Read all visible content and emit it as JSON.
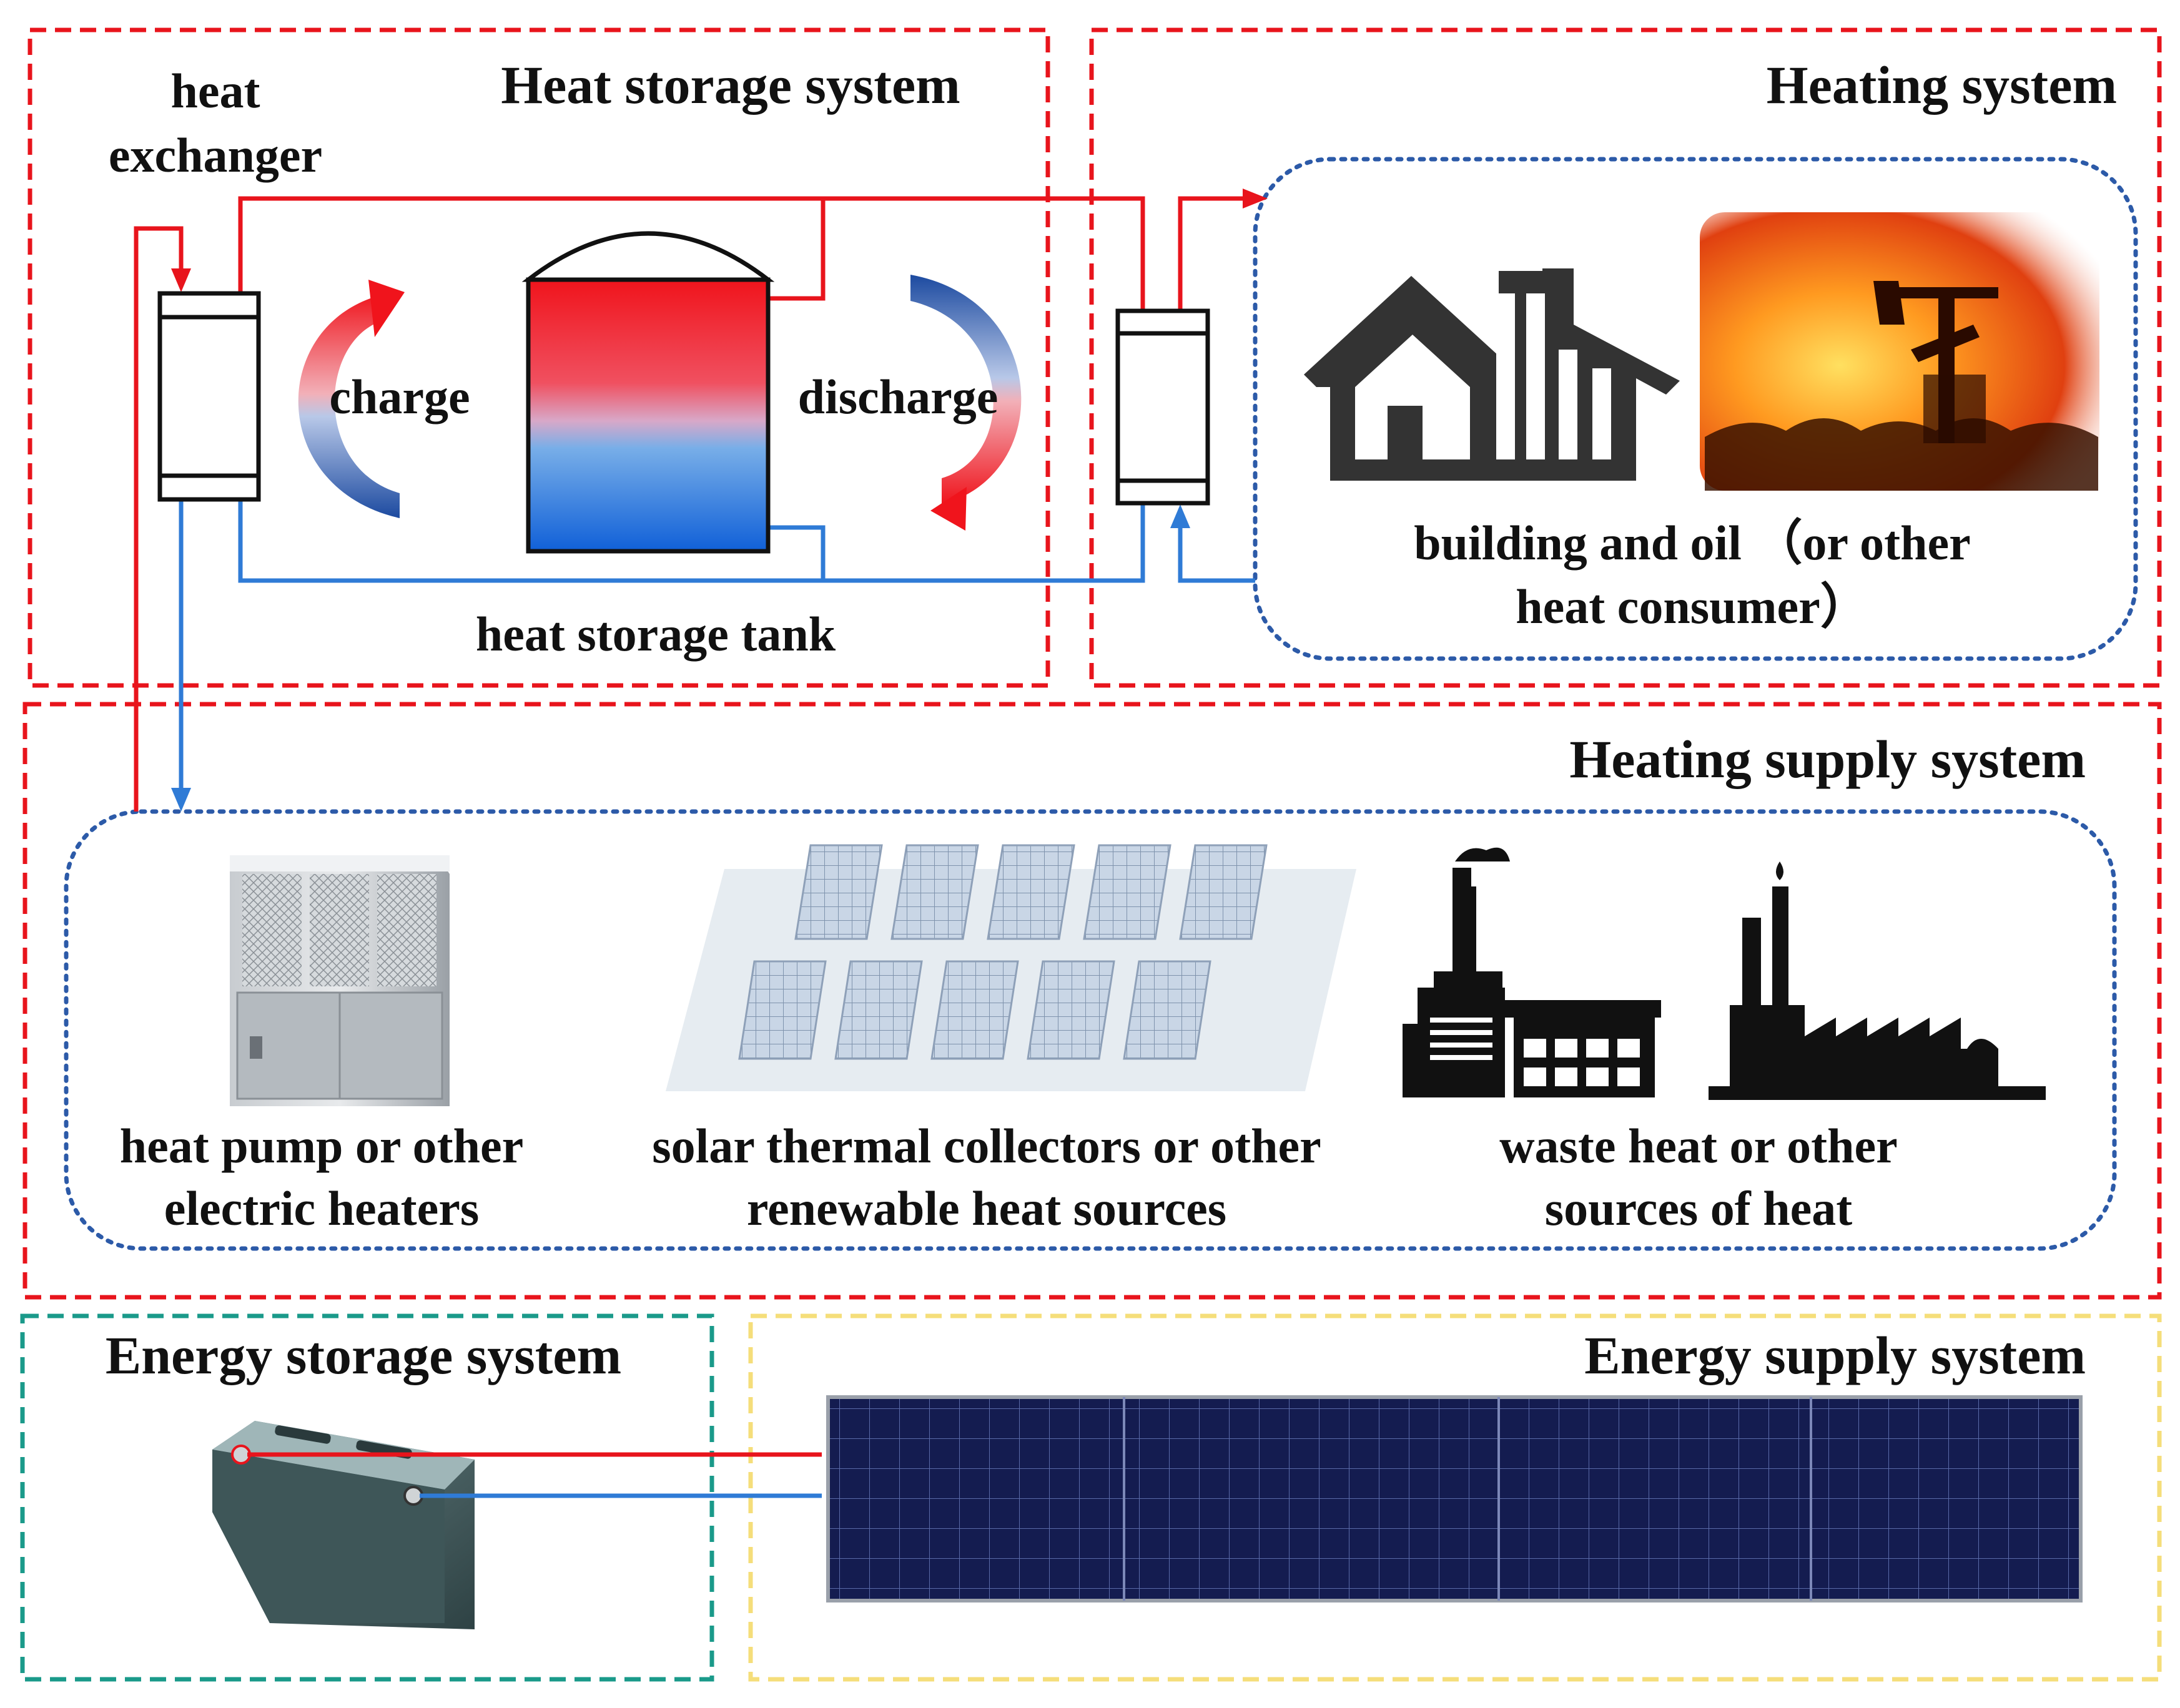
{
  "colors": {
    "red_line": "#e8141c",
    "blue_line": "#2f7bd6",
    "red_dash": "#e8141c",
    "teal_dash": "#1a9a8a",
    "yellow_dash": "#f5de7a",
    "dotted_blue": "#2c5aa8",
    "tank_hot": "#f0141c",
    "tank_cold": "#1566d8",
    "panel_dark": "#121a4a"
  },
  "heat_storage": {
    "title": "Heat storage system",
    "exchanger_label_1": "heat",
    "exchanger_label_2": "exchanger",
    "charge": "charge",
    "discharge": "discharge",
    "tank_label": "heat storage tank"
  },
  "heating": {
    "title": "Heating system",
    "consumer_line_1": "building and oil （or other",
    "consumer_line_2": "heat consumer）"
  },
  "supply": {
    "title": "Heating supply system",
    "items": [
      {
        "line1": "heat pump or other",
        "line2": "electric heaters"
      },
      {
        "line1": "solar thermal collectors or other",
        "line2": "renewable heat sources"
      },
      {
        "line1": "waste heat or other",
        "line2": "sources of heat"
      }
    ]
  },
  "energy_storage": {
    "title": "Energy storage system"
  },
  "energy_supply": {
    "title": "Energy supply system"
  }
}
